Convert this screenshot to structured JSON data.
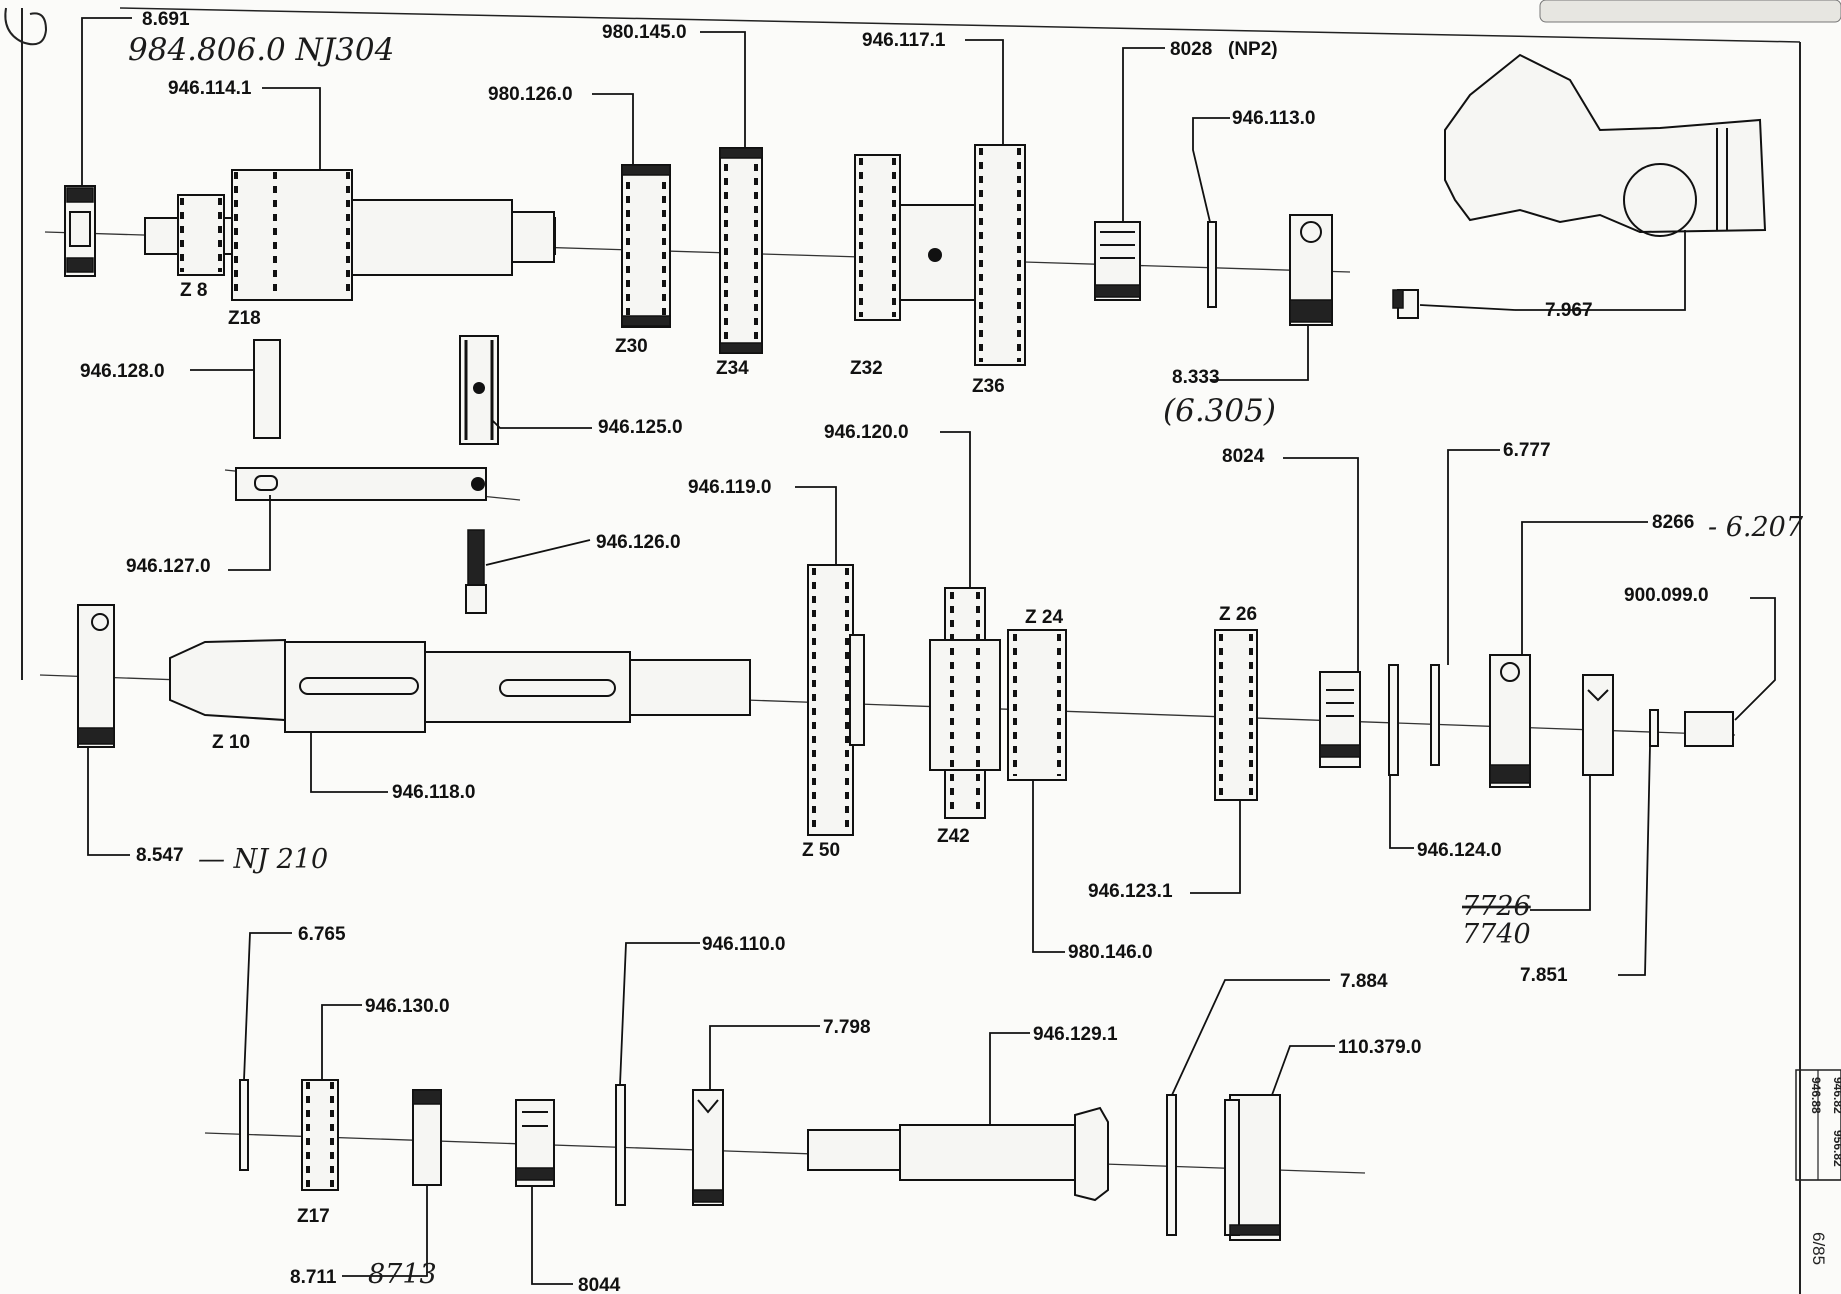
{
  "handwritten": {
    "top_note": "984.806.0   NJ304",
    "bearing_8333": "(6.305)",
    "bearing_8547": "NJ 210",
    "bearing_8266": "6.207",
    "seal_new": "7740",
    "ring_8711": "8713"
  },
  "labels": {
    "p8691": "8.691",
    "p946_114_1": "946.114.1",
    "p980_145_0": "980.145.0",
    "p980_126_0": "980.126.0",
    "p946_117_1": "946.117.1",
    "p8028": "8028",
    "p8028_note": "(NP2)",
    "p946_113_0": "946.113.0",
    "p7967": "7.967",
    "p8333": "8.333",
    "p946_128_0": "946.128.0",
    "p946_125_0": "946.125.0",
    "p946_127_0": "946.127.0",
    "p946_126_0": "946.126.0",
    "p946_120_0": "946.120.0",
    "p946_119_0": "946.119.0",
    "p8024": "8024",
    "p6777": "6.777",
    "p8266": "8266",
    "p900_099_0": "900.099.0",
    "p946_118_0": "946.118.0",
    "p8547": "8.547",
    "p946_124_0": "946.124.0",
    "p946_123_1": "946.123.1",
    "p7726": "7726",
    "p980_146_0": "980.146.0",
    "p7851": "7.851",
    "p6765": "6.765",
    "p946_110_0": "946.110.0",
    "p946_130_0": "946.130.0",
    "p7798": "7.798",
    "p946_129_1": "946.129.1",
    "p7884": "7.884",
    "p110_379_0": "110.379.0",
    "p8711": "8.711",
    "p8044": "8044"
  },
  "gear_labels": {
    "z8": "Z 8",
    "z18": "Z18",
    "z30": "Z30",
    "z34": "Z34",
    "z32": "Z32",
    "z36": "Z36",
    "z10": "Z 10",
    "z50": "Z 50",
    "z42": "Z42",
    "z24": "Z 24",
    "z26": "Z 26",
    "z17": "Z17"
  },
  "title_block": {
    "col1": "946.88",
    "col2a": "946.82",
    "col2b": "956.82",
    "page": "6/85"
  }
}
